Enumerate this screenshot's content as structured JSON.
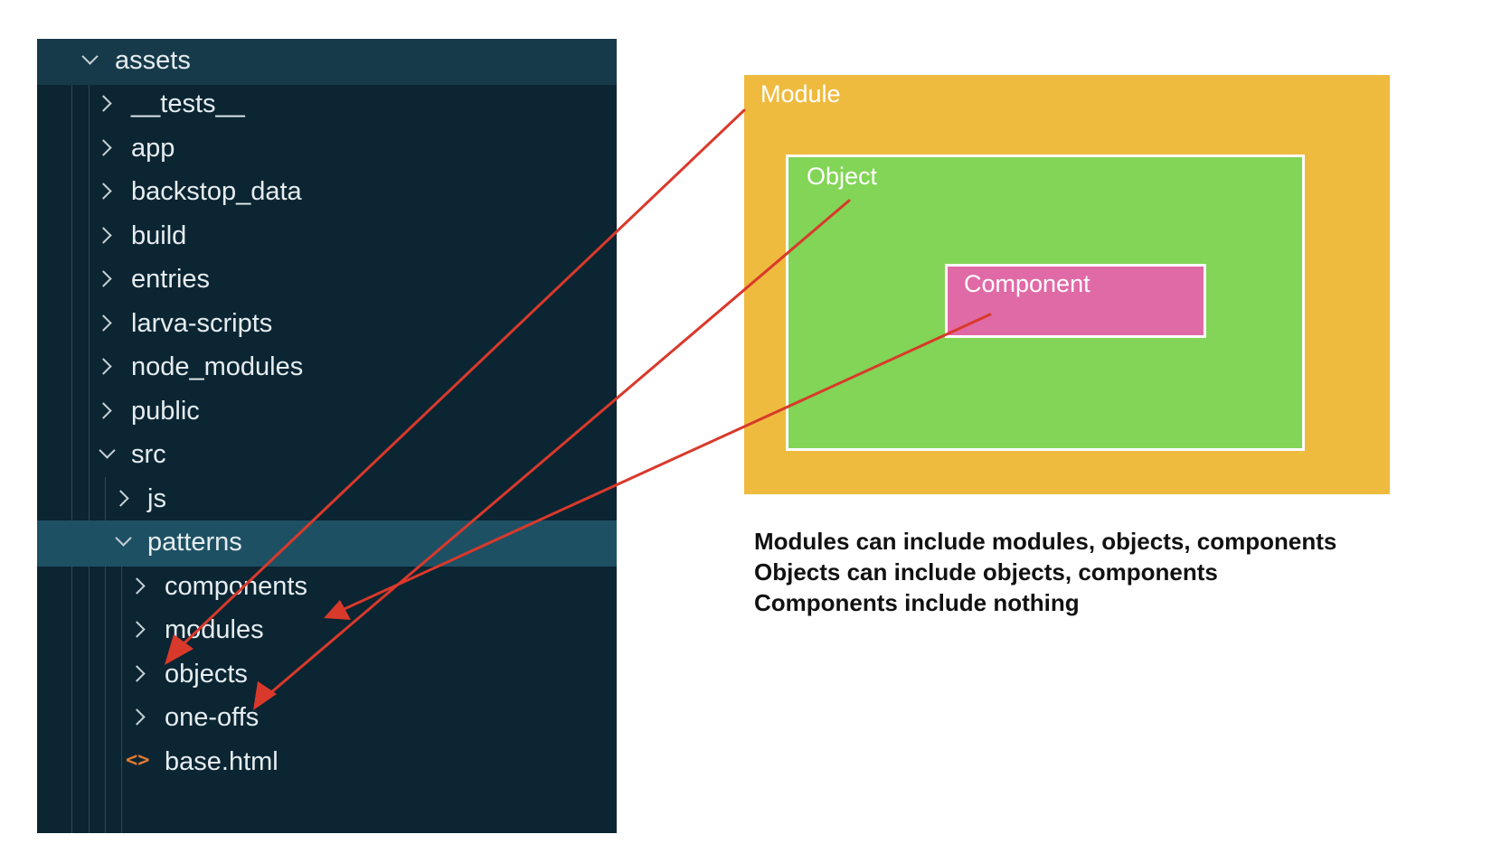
{
  "file_tree": {
    "items": [
      {
        "label": "assets",
        "icon": "chevron-down-icon"
      },
      {
        "label": "__tests__",
        "icon": "chevron-right-icon"
      },
      {
        "label": "app",
        "icon": "chevron-right-icon"
      },
      {
        "label": "backstop_data",
        "icon": "chevron-right-icon"
      },
      {
        "label": "build",
        "icon": "chevron-right-icon"
      },
      {
        "label": "entries",
        "icon": "chevron-right-icon"
      },
      {
        "label": "larva-scripts",
        "icon": "chevron-right-icon"
      },
      {
        "label": "node_modules",
        "icon": "chevron-right-icon"
      },
      {
        "label": "public",
        "icon": "chevron-right-icon"
      },
      {
        "label": "src",
        "icon": "chevron-down-icon"
      },
      {
        "label": "js",
        "icon": "chevron-right-icon"
      },
      {
        "label": "patterns",
        "icon": "chevron-down-icon"
      },
      {
        "label": "components",
        "icon": "chevron-right-icon"
      },
      {
        "label": "modules",
        "icon": "chevron-right-icon"
      },
      {
        "label": "objects",
        "icon": "chevron-right-icon"
      },
      {
        "label": "one-offs",
        "icon": "chevron-right-icon"
      },
      {
        "label": "base.html",
        "icon": "html-file-icon"
      }
    ]
  },
  "diagram": {
    "module_label": "Module",
    "object_label": "Object",
    "component_label": "Component"
  },
  "caption": {
    "lines": [
      "Modules can include modules, objects, components",
      "Objects can include objects, components",
      "Components include nothing"
    ]
  },
  "colors": {
    "tree_bg": "#0b2532",
    "tree_selected": "#1e5064",
    "module": "#efbb3f",
    "object": "#82d556",
    "component": "#e06aa6",
    "arrow": "#d9392b"
  }
}
